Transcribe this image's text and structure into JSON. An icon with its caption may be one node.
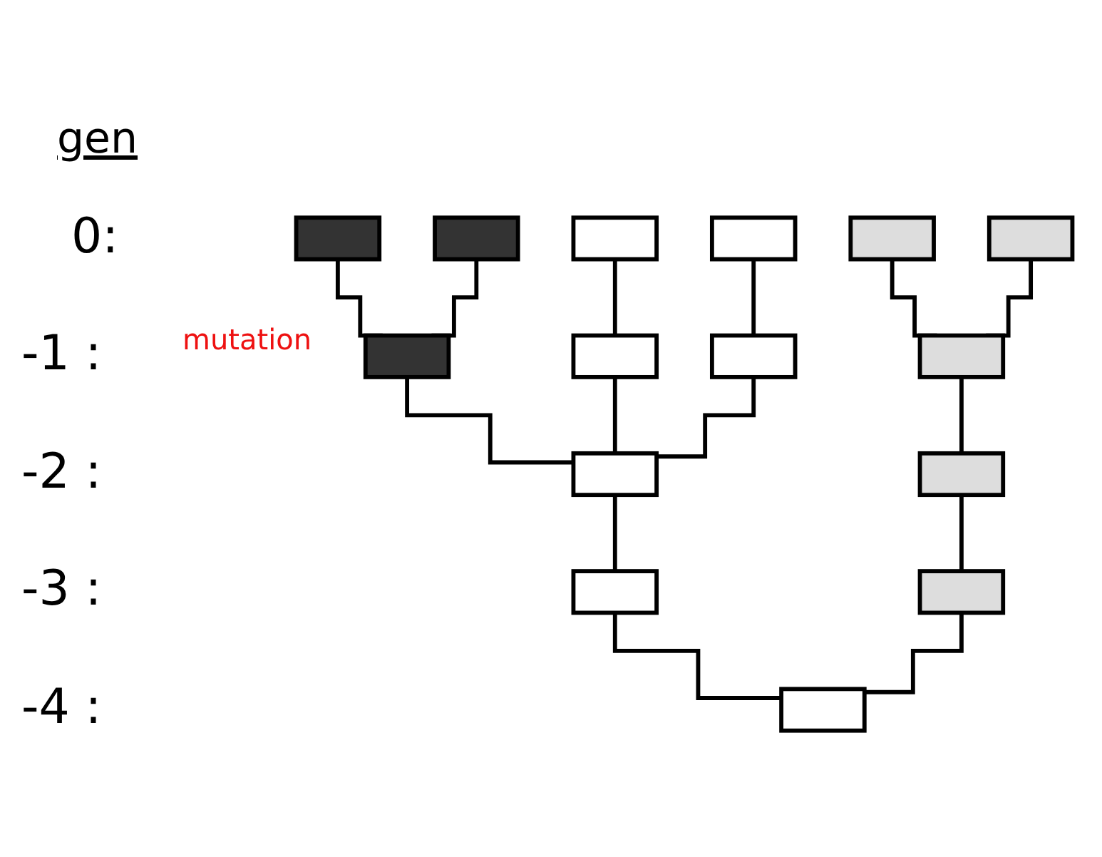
{
  "diagram": {
    "nodes": [
      {
        "text": [],
        "shape": "box"
      },
      {
        "text": [],
        "shape": "box"
      },
      {
        "text": [],
        "shape": "box"
      },
      {
        "text": [],
        "shape": "box"
      },
      {
        "text": [],
        "shape": "box"
      },
      {
        "text": [],
        "shape": "box"
      },
      {
        "text": [],
        "shape": "box"
      },
      {
        "text": [],
        "shape": "box"
      },
      {
        "text": [],
        "shape": "box"
      },
      {
        "text": [],
        "shape": "box"
      },
      {
        "text": [],
        "shape": "box"
      },
      {
        "text": [],
        "shape": "box"
      },
      {
        "text": [],
        "shape": "box"
      },
      {
        "text": [],
        "shape": "box"
      },
      {
        "text": [],
        "shape": "box"
      }
    ],
    "edges": [
      {
        "from": 0,
        "to": 6,
        "arrow": "none"
      },
      {
        "from": 1,
        "to": 6,
        "arrow": "none"
      },
      {
        "from": 2,
        "to": 7,
        "arrow": "none"
      },
      {
        "from": 3,
        "to": 8,
        "arrow": "none"
      },
      {
        "from": 4,
        "to": 9,
        "arrow": "none"
      },
      {
        "from": 5,
        "to": 9,
        "arrow": "none"
      },
      {
        "from": 6,
        "to": 10,
        "arrow": "none"
      },
      {
        "from": 7,
        "to": 10,
        "arrow": "none"
      },
      {
        "from": 8,
        "to": 10,
        "arrow": "none"
      },
      {
        "from": 9,
        "to": 11,
        "arrow": "none"
      },
      {
        "from": 10,
        "to": 12,
        "arrow": "none"
      },
      {
        "from": 11,
        "to": 13,
        "arrow": "none"
      },
      {
        "from": 12,
        "to": 14,
        "arrow": "none"
      },
      {
        "from": 13,
        "to": 14,
        "arrow": "none"
      }
    ],
    "labels": [
      "gen",
      "0:",
      "-1 :",
      "mutation",
      "-2 :",
      "-3 :",
      "-4 :"
    ]
  }
}
